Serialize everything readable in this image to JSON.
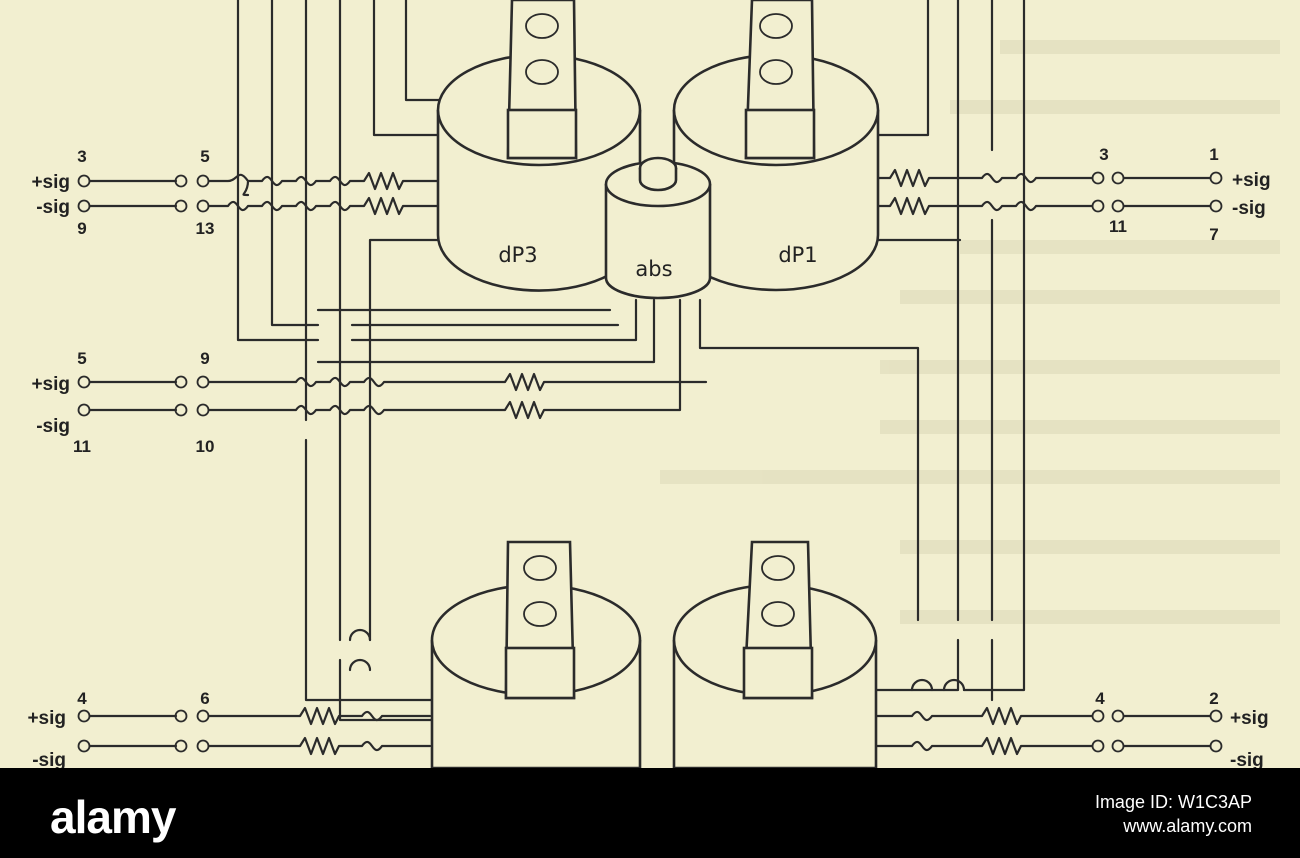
{
  "left_connectors": [
    {
      "plus_label": "+sig",
      "minus_label": "-sig",
      "outer_top": "3",
      "outer_bottom": "9",
      "inner_top": "5",
      "inner_bottom": "13"
    },
    {
      "plus_label": "+sig",
      "minus_label": "-sig",
      "outer_top": "5",
      "outer_bottom": "11",
      "inner_top": "9",
      "inner_bottom": "10"
    },
    {
      "plus_label": "+sig",
      "minus_label": "-sig",
      "outer_top": "4",
      "outer_bottom": "",
      "inner_top": "6",
      "inner_bottom": ""
    }
  ],
  "right_connectors": [
    {
      "plus_label": "+sig",
      "minus_label": "-sig",
      "inner_top": "3",
      "inner_bottom": "11",
      "outer_top": "1",
      "outer_bottom": "7"
    },
    {
      "plus_label": "+sig",
      "minus_label": "-sig",
      "inner_top": "4",
      "inner_bottom": "",
      "outer_top": "2",
      "outer_bottom": ""
    }
  ],
  "devices": {
    "dp3": "dP3",
    "dp1": "dP1",
    "abs": "abs"
  },
  "footer": {
    "logo": "alamy",
    "image_id": "Image ID: W1C3AP",
    "site": "www.alamy.com"
  }
}
